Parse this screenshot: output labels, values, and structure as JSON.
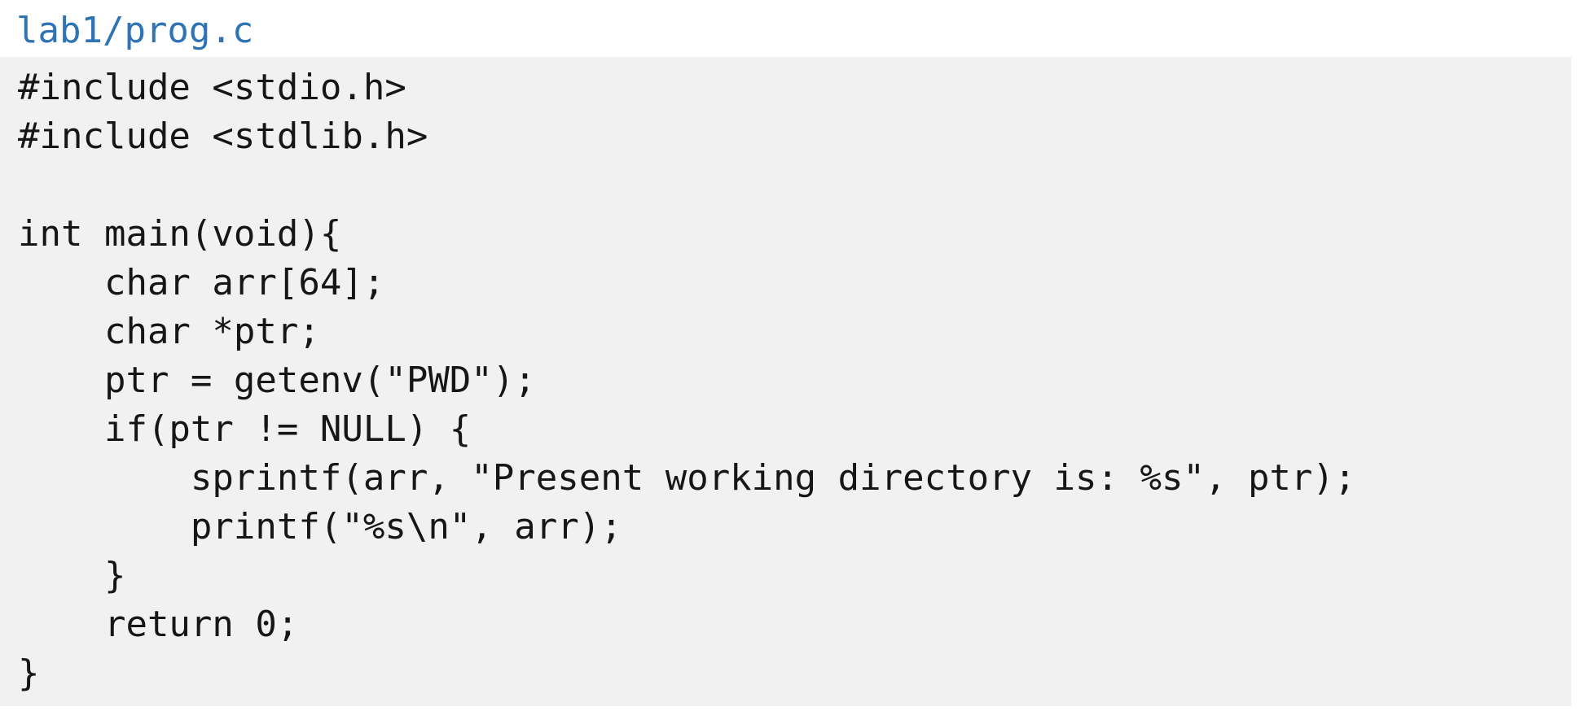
{
  "page": {
    "title": "lab1/prog.c",
    "colors": {
      "title_text": "#2e74b5",
      "code_background": "#f1f1f1",
      "code_text": "#161616",
      "page_background": "#ffffff"
    },
    "code": {
      "language": "c",
      "lines": [
        "#include <stdio.h>",
        "#include <stdlib.h>",
        "",
        "int main(void){",
        "    char arr[64];",
        "    char *ptr;",
        "    ptr = getenv(\"PWD\");",
        "    if(ptr != NULL) {",
        "        sprintf(arr, \"Present working directory is: %s\", ptr);",
        "        printf(\"%s\\n\", arr);",
        "    }",
        "    return 0;",
        "}"
      ]
    }
  }
}
